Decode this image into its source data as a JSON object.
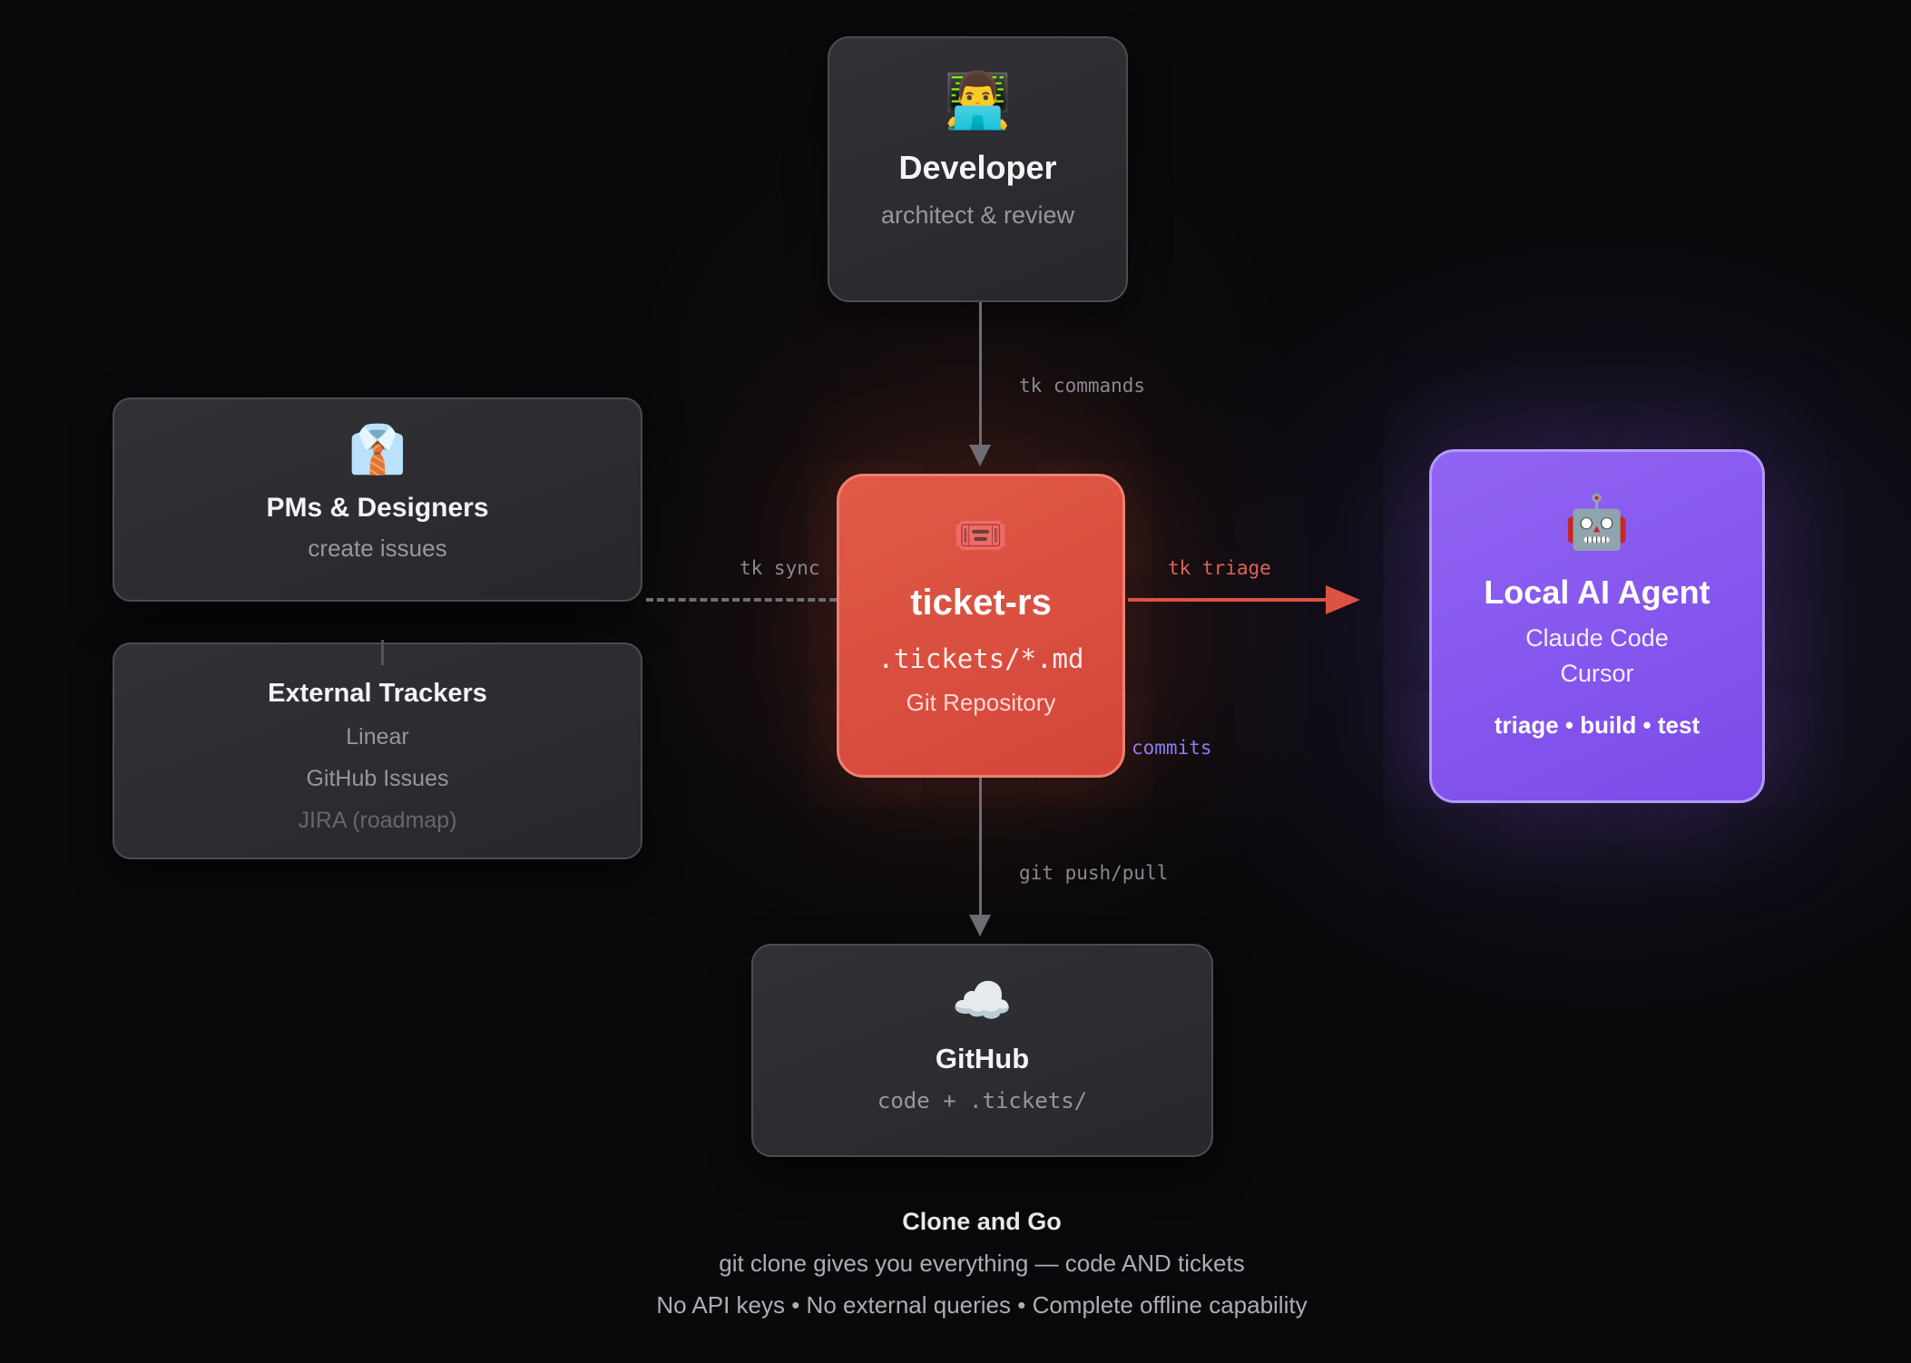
{
  "nodes": {
    "developer": {
      "emoji": "👨‍💻",
      "title": "Developer",
      "subtitle": "architect & review"
    },
    "pms": {
      "emoji": "👔",
      "title": "PMs & Designers",
      "subtitle": "create issues"
    },
    "trackers": {
      "title": "External Trackers",
      "items": [
        "Linear",
        "GitHub Issues",
        "JIRA (roadmap)"
      ]
    },
    "ticket": {
      "emoji": "🎟️",
      "title": "ticket-rs",
      "path": ".tickets/*.md",
      "subtitle": "Git Repository"
    },
    "agent": {
      "emoji": "🤖",
      "title": "Local AI Agent",
      "tools": [
        "Claude Code",
        "Cursor"
      ],
      "tasks": "triage • build • test"
    },
    "github": {
      "emoji": "☁️",
      "title": "GitHub",
      "subtitle": "code + .tickets/"
    }
  },
  "edges": {
    "commands": "tk commands",
    "sync": "tk sync",
    "triage": "tk triage",
    "commits": "commits",
    "push": "git push/pull"
  },
  "footer": {
    "title": "Clone and Go",
    "line1": "git clone gives you everything — code AND tickets",
    "line2": "No API keys • No external queries • Complete offline capability"
  },
  "colors": {
    "background": "#09090b",
    "node_fill": "#2c2b30",
    "node_border": "#4c4b52",
    "ticket_fill": "#D94B3D",
    "ticket_border": "#EF8070",
    "agent_fill": "#8557EE",
    "agent_border": "#B299F7",
    "triage_label": "#DE6354",
    "commits_label": "#8F7DF0",
    "muted_label": "#8A8990"
  }
}
